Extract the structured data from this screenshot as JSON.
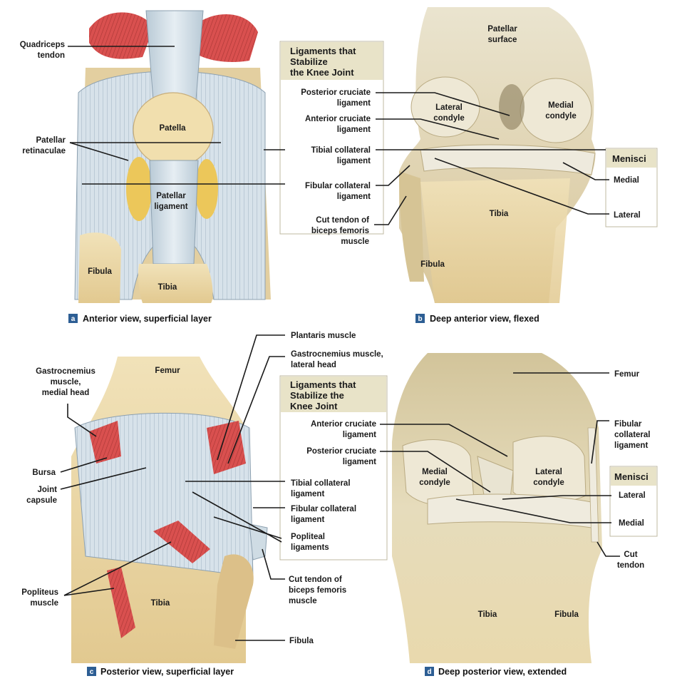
{
  "panel_a": {
    "badge": "a",
    "caption": "Anterior view, superficial layer",
    "labels": {
      "quadriceps_1": "Quadriceps",
      "quadriceps_2": "tendon",
      "patellar_ret_1": "Patellar",
      "patellar_ret_2": "retinaculae",
      "patella": "Patella",
      "patellar_lig_1": "Patellar",
      "patellar_lig_2": "ligament",
      "fibula": "Fibula",
      "tibia": "Tibia"
    },
    "box": {
      "title_1": "Ligaments that",
      "title_2": "Stabilize",
      "title_3": "the Knee Joint",
      "pcl_1": "Posterior cruciate",
      "pcl_2": "ligament",
      "acl_1": "Anterior cruciate",
      "acl_2": "ligament",
      "tcl_1": "Tibial collateral",
      "tcl_2": "ligament",
      "fcl_1": "Fibular collateral",
      "fcl_2": "ligament"
    },
    "cut_tendon_1": "Cut tendon of",
    "cut_tendon_2": "biceps femoris",
    "cut_tendon_3": "muscle"
  },
  "panel_b": {
    "badge": "b",
    "caption": "Deep anterior view, flexed",
    "labels": {
      "patellar_surface_1": "Patellar",
      "patellar_surface_2": "surface",
      "lateral_condyle_1": "Lateral",
      "lateral_condyle_2": "condyle",
      "medial_condyle_1": "Medial",
      "medial_condyle_2": "condyle",
      "tibia": "Tibia",
      "fibula": "Fibula"
    },
    "menisci": {
      "title": "Menisci",
      "medial": "Medial",
      "lateral": "Lateral"
    }
  },
  "panel_c": {
    "badge": "c",
    "caption": "Posterior view, superficial layer",
    "labels": {
      "plantaris": "Plantaris muscle",
      "gastroc_lat_1": "Gastrocnemius muscle,",
      "gastroc_lat_2": "lateral head",
      "gastroc_med_1": "Gastrocnemius",
      "gastroc_med_2": "muscle,",
      "gastroc_med_3": "medial head",
      "femur": "Femur",
      "bursa": "Bursa",
      "joint_capsule_1": "Joint",
      "joint_capsule_2": "capsule",
      "popliteus_1": "Popliteus",
      "popliteus_2": "muscle",
      "tibia": "Tibia",
      "fibula": "Fibula"
    },
    "box": {
      "title_1": "Ligaments that",
      "title_2": "Stabilize the",
      "title_3": "Knee Joint",
      "acl_1": "Anterior cruciate",
      "acl_2": "ligament",
      "pcl_1": "Posterior cruciate",
      "pcl_2": "ligament",
      "tcl_1": "Tibial collateral",
      "tcl_2": "ligament",
      "fcl_1": "Fibular collateral",
      "fcl_2": "ligament",
      "popliteal_1": "Popliteal",
      "popliteal_2": "ligaments"
    },
    "cut_tendon_1": "Cut tendon of",
    "cut_tendon_2": "biceps femoris",
    "cut_tendon_3": "muscle"
  },
  "panel_d": {
    "badge": "d",
    "caption": "Deep posterior view, extended",
    "labels": {
      "femur": "Femur",
      "fcl_1": "Fibular",
      "fcl_2": "collateral",
      "fcl_3": "ligament",
      "medial_condyle_1": "Medial",
      "medial_condyle_2": "condyle",
      "lateral_condyle_1": "Lateral",
      "lateral_condyle_2": "condyle",
      "cut_tendon_1": "Cut",
      "cut_tendon_2": "tendon",
      "tibia": "Tibia",
      "fibula": "Fibula"
    },
    "menisci": {
      "title": "Menisci",
      "lateral": "Lateral",
      "medial": "Medial"
    }
  },
  "colors": {
    "muscle_red": "#d9504f",
    "ligament_blue": "#cfdce4",
    "bone": "#ecdcaf",
    "fat_yellow": "#ecc75a",
    "box_header": "#e8e3c8",
    "badge_blue": "#2d5e94",
    "specimen": "#e3dcc4"
  }
}
